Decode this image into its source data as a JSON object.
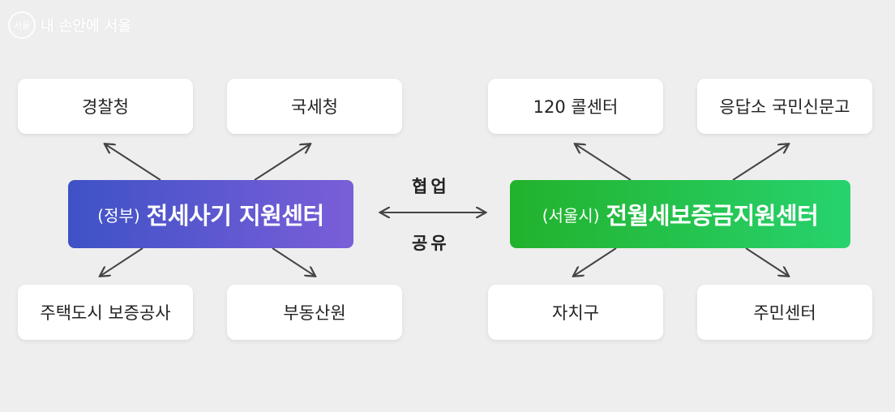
{
  "watermark": {
    "logo_text": "서울",
    "text": "내 손안에 서울"
  },
  "government": {
    "prefix": "(정부)",
    "name": "전세사기 지원센터",
    "partners": [
      "경찰청",
      "국세청",
      "주택도시 보증공사",
      "부동산원"
    ]
  },
  "seoul": {
    "prefix": "(서울시)",
    "name": "전월세보증금지원센터",
    "partners": [
      "120 콜센터",
      "응답소 국민신문고",
      "자치구",
      "주민센터"
    ]
  },
  "link": {
    "top": "협업",
    "bottom": "공유"
  },
  "colors": {
    "background": "#eeeeee",
    "gov_gradient": [
      "#3e52c6",
      "#7a5ed8"
    ],
    "seoul_gradient": [
      "#22b22c",
      "#27d36e"
    ],
    "arrow": "#444444"
  }
}
